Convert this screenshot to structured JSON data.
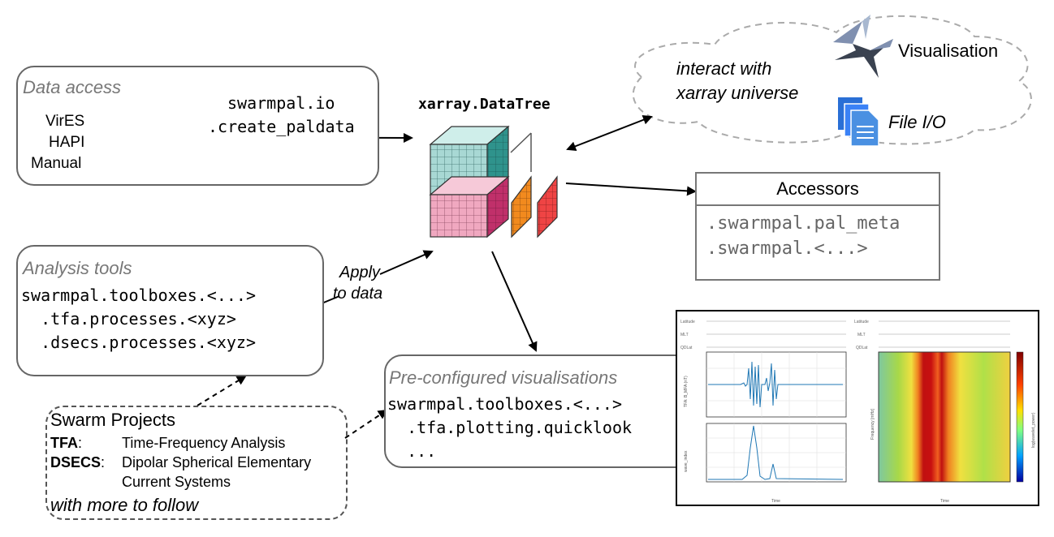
{
  "data_access": {
    "title": "Data access",
    "sources": [
      "VirES",
      "HAPI",
      "Manual"
    ],
    "function_line1": "swarmpal.io",
    "function_line2": ".create_paldata"
  },
  "datatree": {
    "label": "xarray.DataTree"
  },
  "universe": {
    "line1": "interact with",
    "line2": "xarray universe",
    "visualisation_label": "Visualisation",
    "fileio_label": "File I/O"
  },
  "accessors": {
    "title": "Accessors",
    "items": [
      ".swarmpal.pal_meta",
      ".swarmpal.<...>"
    ]
  },
  "analysis": {
    "title": "Analysis tools",
    "lines": [
      "swarmpal.toolboxes.<...>",
      "  .tfa.processes.<xyz>",
      "  .dsecs.processes.<xyz>"
    ]
  },
  "apply": {
    "line1": "Apply",
    "line2": "to data"
  },
  "visualisations": {
    "title": "Pre-configured visualisations",
    "lines": [
      "swarmpal.toolboxes.<...>",
      "  .tfa.plotting.quicklook",
      "  ..."
    ]
  },
  "projects": {
    "title": "Swarm Projects",
    "items": [
      {
        "abbr": "TFA",
        "sep": ":",
        "desc": "Time-Frequency Analysis"
      },
      {
        "abbr": "DSECS",
        "sep": ":",
        "desc": "Dipolar Spherical Elementary"
      }
    ],
    "desc_continued": "Current Systems",
    "footer": "with more to follow"
  },
  "colors": {
    "box_border": "#666666",
    "teal": "#a8d8d4",
    "pink": "#f0a8c0",
    "orange": "#f28a1e",
    "red": "#ef4444",
    "dash_cloud": "#aaaaaa"
  }
}
